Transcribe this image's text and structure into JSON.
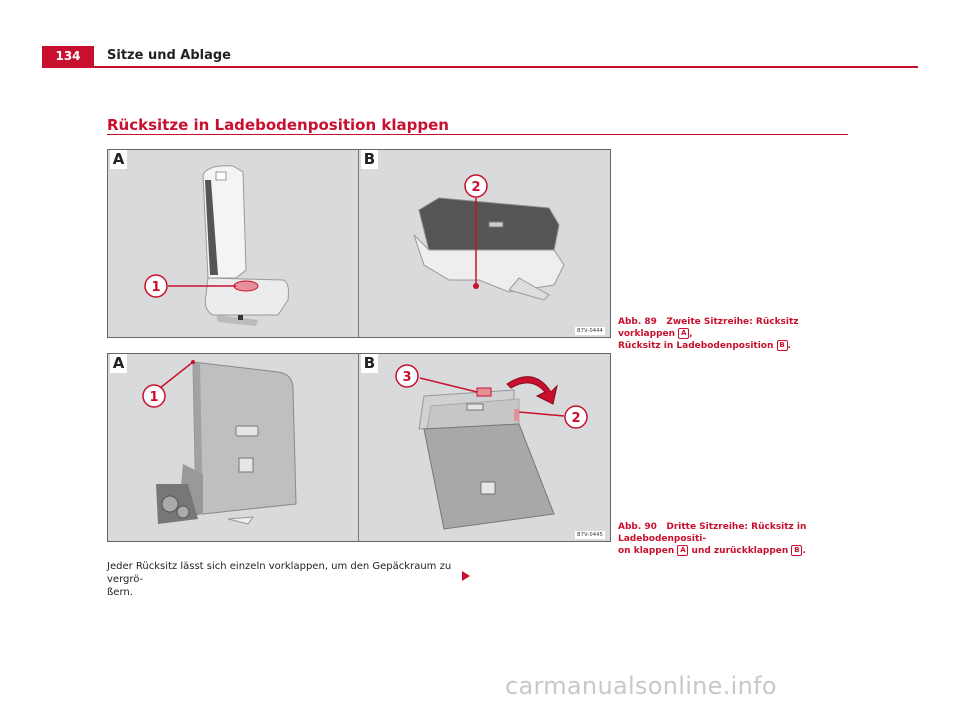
{
  "header": {
    "page_number": "134",
    "title": "Sitze und Ablage"
  },
  "section": {
    "title": "Rücksitze in Ladebodenposition klappen"
  },
  "figures": [
    {
      "panels": [
        {
          "letter": "A",
          "callouts": [
            "1"
          ]
        },
        {
          "letter": "B",
          "callouts": [
            "2"
          ]
        }
      ],
      "image_code": "B7V-0444",
      "caption": {
        "prefix": "Abb. 89",
        "text_part1": "Zweite Sitzreihe: Rücksitz vorklappen",
        "ref1": "A",
        "text_part2": ",",
        "text_part3": "Rücksitz in Ladebodenposition",
        "ref2": "B",
        "text_part4": "."
      }
    },
    {
      "panels": [
        {
          "letter": "A",
          "callouts": [
            "1"
          ]
        },
        {
          "letter": "B",
          "callouts": [
            "3",
            "2"
          ]
        }
      ],
      "image_code": "B7V-0445",
      "caption": {
        "prefix": "Abb. 90",
        "text_part1": "Dritte Sitzreihe: Rücksitz in Ladebodenpositi-",
        "text_part2": "on klappen",
        "ref1": "A",
        "text_part3": "und zurückklappen",
        "ref2": "B",
        "text_part4": "."
      }
    }
  ],
  "body": {
    "line1": "Jeder Rücksitz lässt sich einzeln vorklappen, um den Gepäckraum zu vergrö-",
    "line2": "ßern."
  },
  "watermark": "carmanualsonline.info",
  "colors": {
    "accent": "#c8102e",
    "figure_bg": "#d8dadb"
  }
}
